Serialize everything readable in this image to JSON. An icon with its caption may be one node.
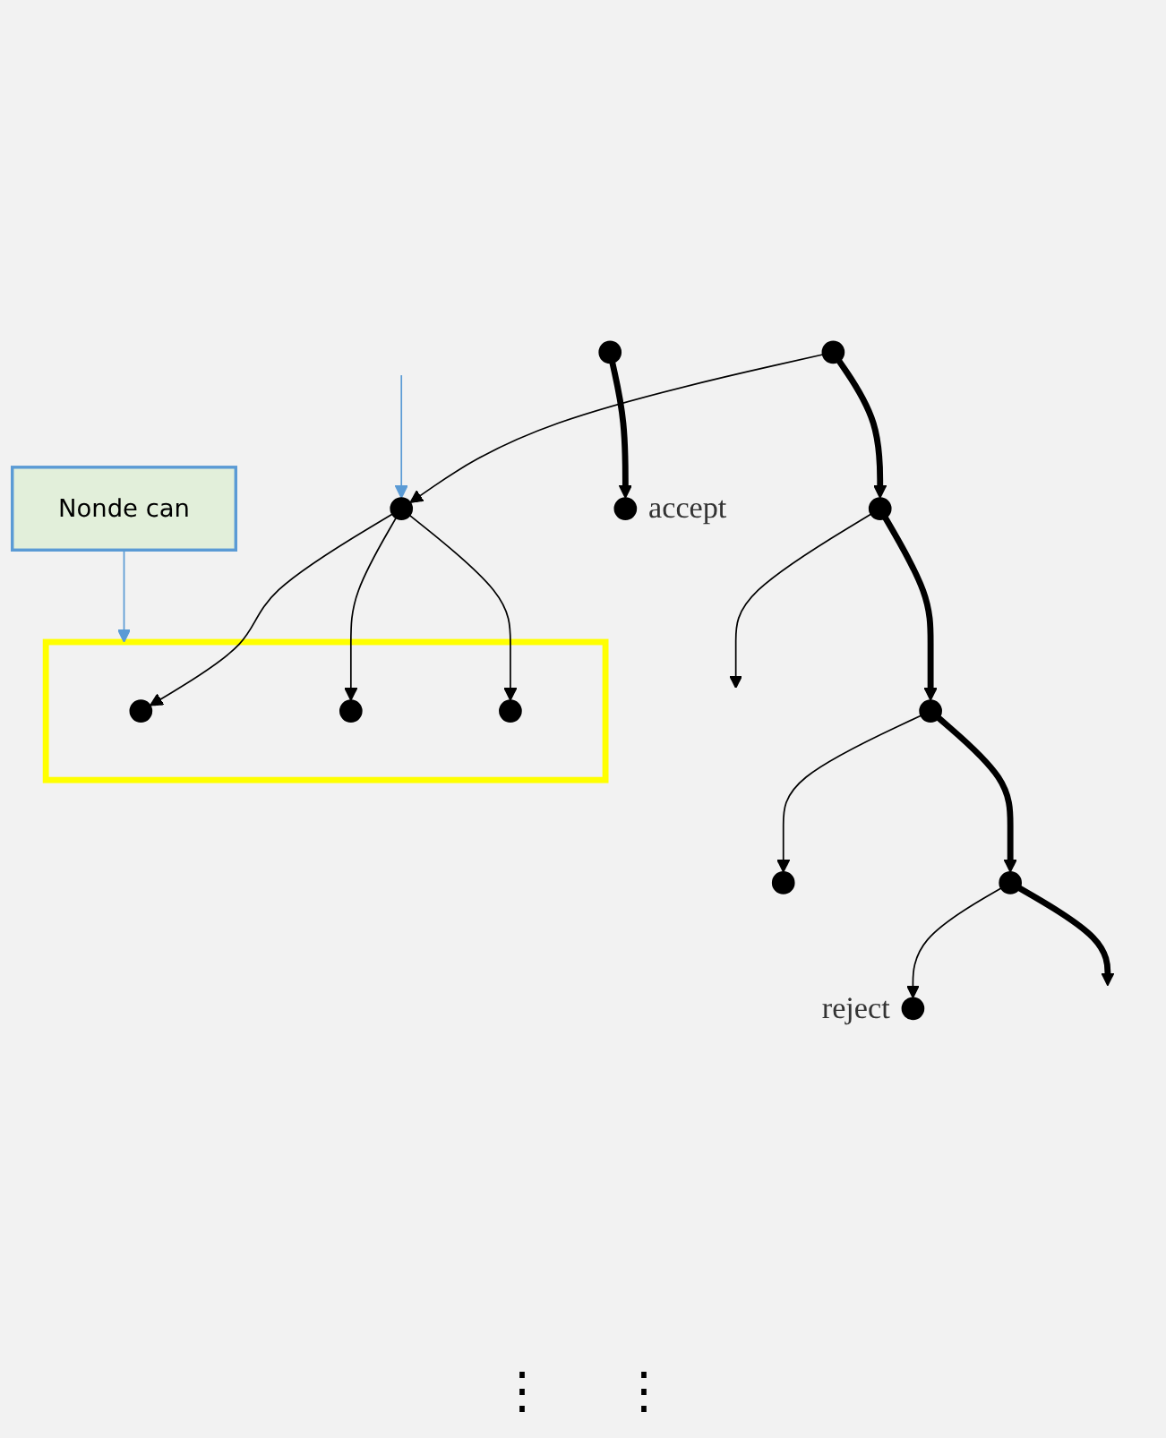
{
  "diagram": {
    "nodes": [
      {
        "text": [],
        "shape": "circle"
      },
      {
        "text": [],
        "shape": "circle"
      },
      {
        "text": [],
        "shape": "circle"
      },
      {
        "text": [],
        "shape": "box"
      },
      {
        "text": [],
        "shape": "circle",
        "in": 3
      },
      {
        "text": [],
        "shape": "circle",
        "in": 3
      },
      {
        "text": [],
        "shape": "circle",
        "in": 3
      },
      {
        "text": [],
        "shape": "circle"
      },
      {
        "text": [],
        "shape": "circle"
      },
      {
        "text": [],
        "shape": "circle"
      },
      {
        "text": [],
        "shape": "circle",
        "beside": [
          "reject"
        ]
      },
      {
        "text": [],
        "shape": "circle"
      },
      {
        "text": [],
        "shape": "circle",
        "beside": [
          "accept"
        ]
      },
      {
        "text": [
          "Nonde can"
        ]
      }
    ],
    "edges": [
      {
        "from": 0,
        "to": 1,
        "arrow": "to"
      },
      {
        "from": 0,
        "to": 2,
        "arrow": "to",
        "style": "thick"
      },
      {
        "from": 1,
        "to": 4,
        "arrow": "to"
      },
      {
        "from": 1,
        "to": 5,
        "arrow": "to"
      },
      {
        "from": 1,
        "to": 6,
        "arrow": "to"
      },
      {
        "from": 2,
        "to": null,
        "arrow": "to"
      },
      {
        "from": 2,
        "to": 7,
        "arrow": "to",
        "style": "thick"
      },
      {
        "from": 7,
        "to": 8,
        "arrow": "to"
      },
      {
        "from": 7,
        "to": 9,
        "arrow": "to",
        "style": "thick"
      },
      {
        "from": 9,
        "to": 10,
        "arrow": "to"
      },
      {
        "from": 9,
        "to": null,
        "arrow": "to",
        "style": "thick"
      },
      {
        "from": 11,
        "to": 12,
        "arrow": "to",
        "style": "thick"
      },
      {
        "from": null,
        "to": 1,
        "arrow": "to",
        "color": "#5b9bd5"
      },
      {
        "from": 13,
        "to": 3,
        "arrow": "to",
        "color": "#5b9bd5"
      }
    ],
    "labels": [
      "⋮",
      "⋮"
    ]
  }
}
